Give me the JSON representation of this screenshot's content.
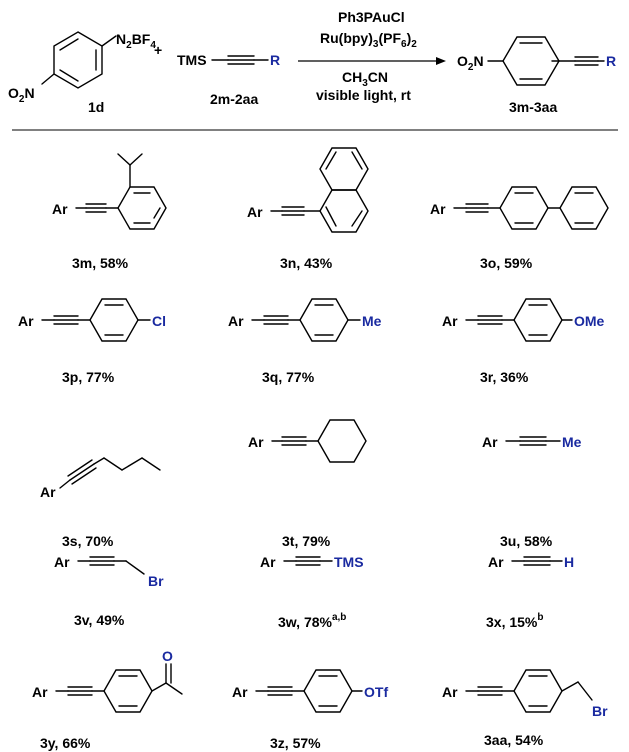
{
  "reaction": {
    "reactant_1": {
      "formula_main": "N",
      "formula_sub": "2",
      "formula_main2": "BF",
      "formula_sub2": "4",
      "nitro_main": "O",
      "nitro_sub": "2",
      "nitro_tail": "N",
      "code": "1d"
    },
    "plus": "+",
    "reactant_2": {
      "tms": "TMS",
      "r": "R",
      "code": "2m-2aa"
    },
    "conditions": {
      "catalyst_1": "Ph3PAuCl",
      "catalyst_2_main": "Ru(bpy)",
      "catalyst_2_sub1": "3",
      "catalyst_2_mid": "(PF",
      "catalyst_2_sub2": "6",
      "catalyst_2_tail": ")",
      "catalyst_2_sub3": "2",
      "solvent_main": "CH",
      "solvent_sub": "3",
      "solvent_tail": "CN",
      "light": "visible light, rt"
    },
    "product": {
      "nitro_main": "O",
      "nitro_sub": "2",
      "nitro_tail": "N",
      "r": "R",
      "code": "3m-3aa"
    }
  },
  "ar_label": "Ar",
  "products": [
    {
      "code": "3m",
      "yield": "58%",
      "sup": ""
    },
    {
      "code": "3n",
      "yield": "43%",
      "sup": ""
    },
    {
      "code": "3o",
      "yield": "59%",
      "sup": ""
    },
    {
      "code": "3p",
      "yield": "77%",
      "sup": "",
      "substituent": "Cl"
    },
    {
      "code": "3q",
      "yield": "77%",
      "sup": "",
      "substituent": "Me"
    },
    {
      "code": "3r",
      "yield": "36%",
      "sup": "",
      "substituent": "OMe"
    },
    {
      "code": "3s",
      "yield": "70%",
      "sup": ""
    },
    {
      "code": "3t",
      "yield": "79%",
      "sup": ""
    },
    {
      "code": "3u",
      "yield": "58%",
      "sup": "",
      "substituent": "Me"
    },
    {
      "code": "3v",
      "yield": "49%",
      "sup": "",
      "substituent": "Br"
    },
    {
      "code": "3w",
      "yield": "78%",
      "sup": "a,b",
      "substituent": "TMS"
    },
    {
      "code": "3x",
      "yield": "15%",
      "sup": "b",
      "substituent": "H"
    },
    {
      "code": "3y",
      "yield": "66%",
      "sup": "",
      "substituent": "O"
    },
    {
      "code": "3z",
      "yield": "57%",
      "sup": "",
      "substituent": "OTf"
    },
    {
      "code": "3aa",
      "yield": "54%",
      "sup": "",
      "substituent": "Br"
    }
  ]
}
